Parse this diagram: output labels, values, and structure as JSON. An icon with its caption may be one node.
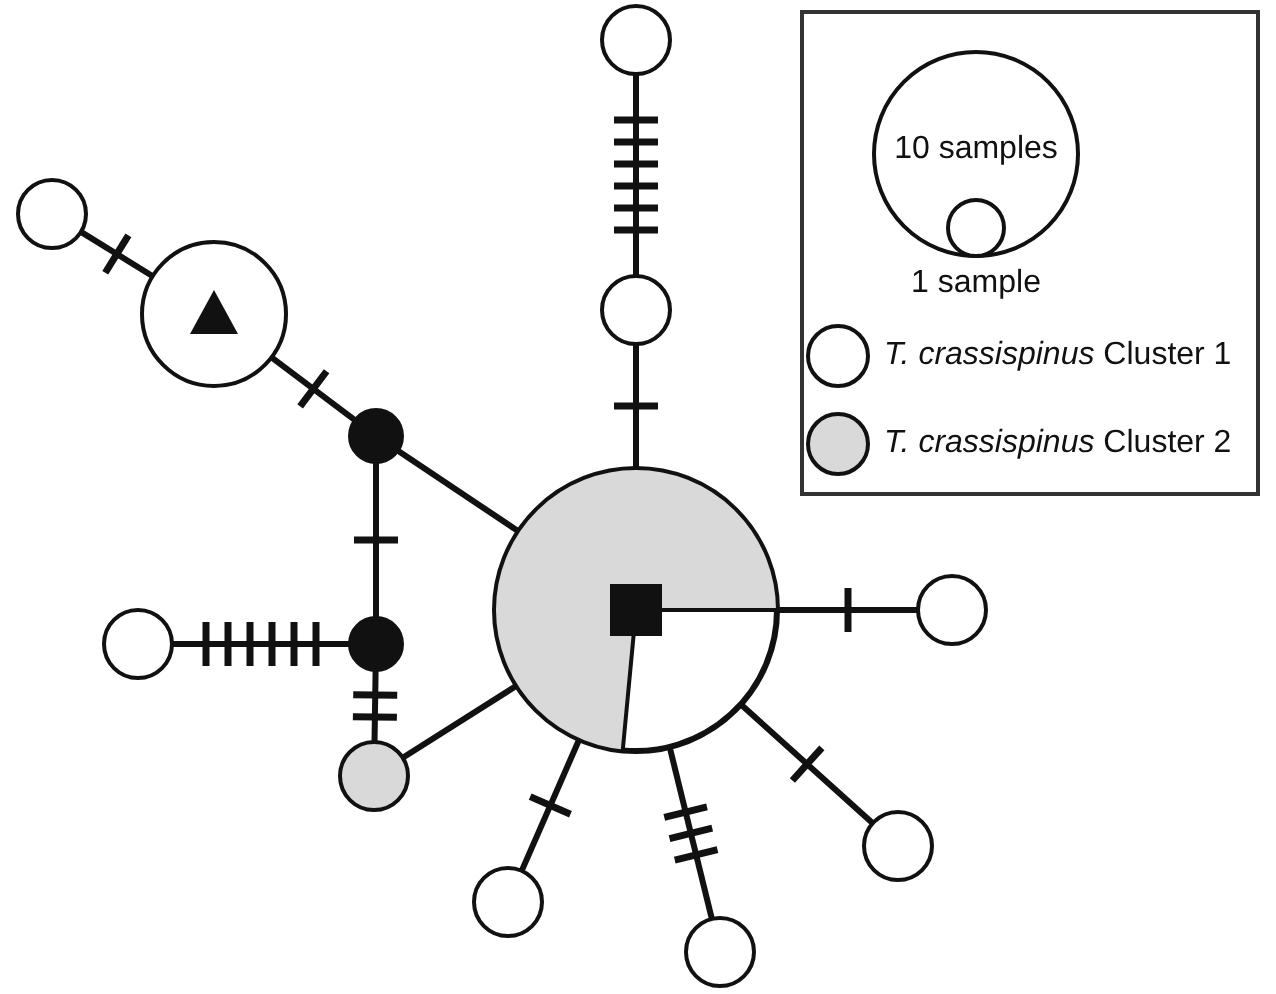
{
  "diagram": {
    "nodes": [
      {
        "text": [],
        "shape": "circle"
      },
      {
        "text": [],
        "shape": "circle"
      },
      {
        "text": [],
        "shape": "circle"
      },
      {
        "text": [],
        "shape": "circle"
      },
      {
        "text": [],
        "shape": "circle"
      },
      {
        "text": [],
        "shape": "circle"
      },
      {
        "text": [],
        "shape": "circle"
      },
      {
        "text": [],
        "shape": "circle"
      },
      {
        "text": [],
        "shape": "circle"
      },
      {
        "text": [],
        "shape": "circle"
      },
      {
        "text": [],
        "shape": "circle"
      },
      {
        "text": [],
        "shape": "circle"
      },
      {
        "text": [],
        "shape": "circle"
      }
    ],
    "edges": [
      {
        "from": 0,
        "to": 1,
        "arrow": "none"
      },
      {
        "from": 1,
        "to": 2,
        "arrow": "none"
      },
      {
        "from": 2,
        "to": 3,
        "arrow": "none"
      },
      {
        "from": 2,
        "to": 4,
        "arrow": "none"
      },
      {
        "from": 2,
        "to": 5,
        "arrow": "none"
      },
      {
        "from": 2,
        "to": 6,
        "arrow": "none"
      },
      {
        "from": 2,
        "to": 7,
        "arrow": "none"
      },
      {
        "from": 2,
        "to": 9,
        "arrow": "none"
      },
      {
        "from": 9,
        "to": 8,
        "arrow": "none"
      },
      {
        "from": 8,
        "to": 7,
        "arrow": "none"
      },
      {
        "from": 8,
        "to": 10,
        "arrow": "none"
      },
      {
        "from": 9,
        "to": 11,
        "arrow": "none"
      },
      {
        "from": 11,
        "to": 12,
        "arrow": "none"
      }
    ],
    "labels": [
      "10 samples",
      "1 sample"
    ],
    "legend": [
      {
        "text": "*T. crassispinus* Cluster 1",
        "color": "#ffffff"
      },
      {
        "text": "*T. crassispinus* Cluster 2",
        "color": "#d9d9d9"
      }
    ]
  }
}
